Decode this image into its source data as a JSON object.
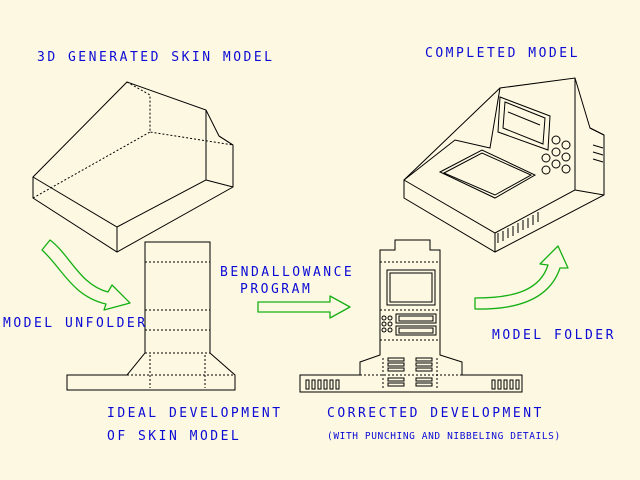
{
  "labels": {
    "skin_model": "3D GENERATED SKIN MODEL",
    "completed_model": "COMPLETED MODEL",
    "model_unfolder": "MODEL UNFOLDER",
    "bendallowance_line1": "BENDALLOWANCE",
    "bendallowance_line2": "PROGRAM",
    "model_folder": "MODEL FOLDER",
    "ideal_dev_line1": "IDEAL DEVELOPMENT",
    "ideal_dev_line2": "OF SKIN MODEL",
    "corrected_dev_line1": "CORRECTED DEVELOPMENT",
    "corrected_dev_line2": "(WITH PUNCHING AND NIBBELING DETAILS)"
  },
  "colors": {
    "background": "#fdf8e1",
    "text": "#0b0bd6",
    "line": "#000000",
    "arrow_stroke": "#15b015",
    "arrow_fill": "#fdf8e1"
  },
  "icons": [
    "arrow-curved-down-right",
    "arrow-right",
    "arrow-curved-up-right"
  ]
}
